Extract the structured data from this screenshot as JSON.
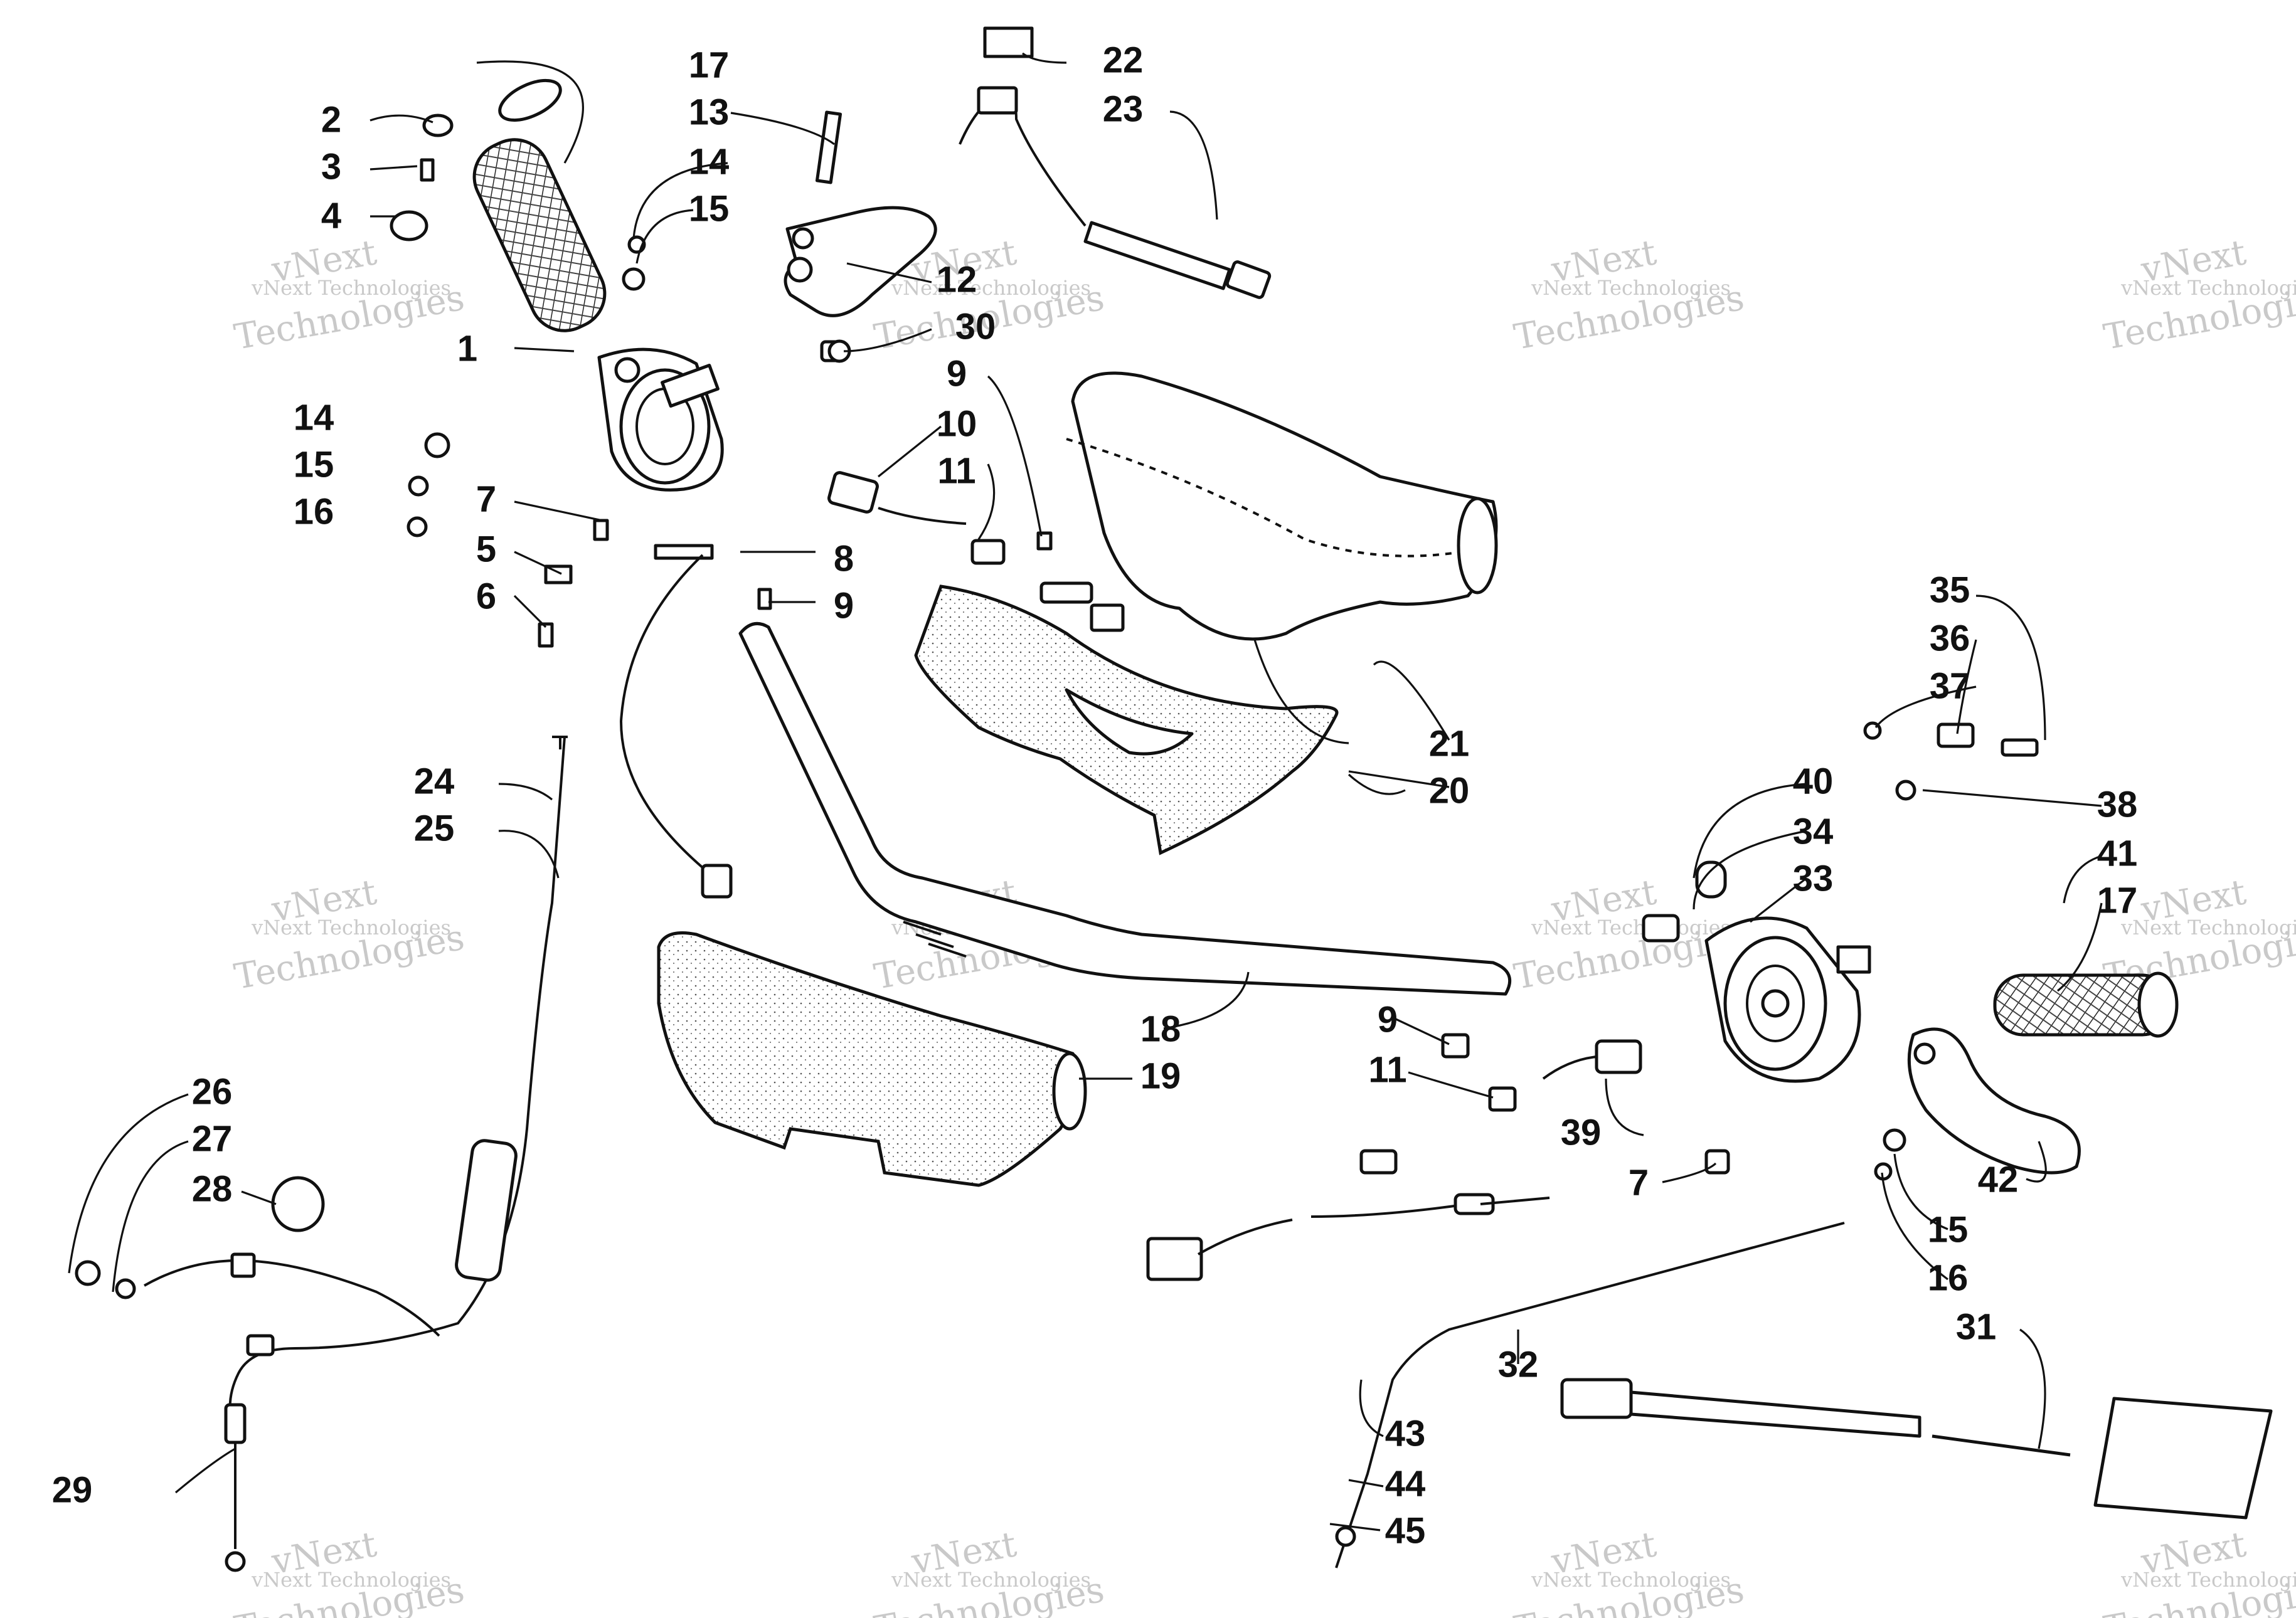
{
  "watermark": {
    "line1": "vNext Technologies",
    "line2": "vNext",
    "line3": "Technologies"
  },
  "callouts": [
    "1",
    "2",
    "3",
    "4",
    "5",
    "6",
    "7",
    "8",
    "9",
    "10",
    "11",
    "12",
    "13",
    "14",
    "15",
    "16",
    "17",
    "18",
    "19",
    "20",
    "21",
    "22",
    "23",
    "24",
    "25",
    "26",
    "27",
    "28",
    "29",
    "30",
    "31",
    "32",
    "33",
    "34",
    "35",
    "36",
    "37",
    "38",
    "39",
    "40",
    "41",
    "42",
    "43",
    "44",
    "45"
  ]
}
